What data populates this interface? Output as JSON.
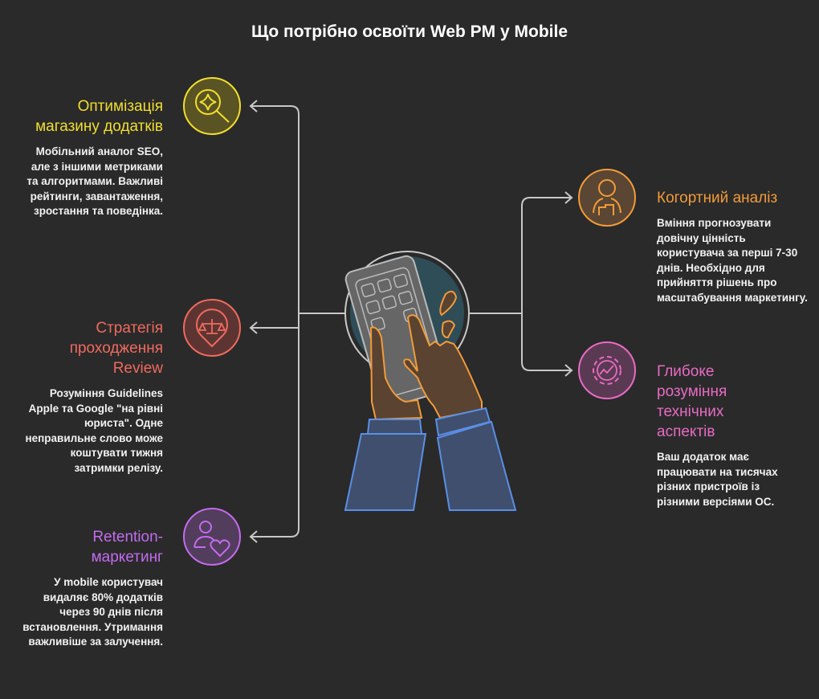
{
  "title": "Що потрібно освоїти Web PM у Mobile",
  "colors": {
    "background": "#2a2a2a",
    "connector": "#c8c8c8",
    "yellow": "#f1de2e",
    "red": "#f06a5e",
    "purple": "#c46bef",
    "orange": "#f29b3a",
    "pink": "#e86bc4"
  },
  "items": [
    {
      "title": "Оптимізація магазину додатків",
      "description": "Мобільний аналог SEO, але з іншими метриками та алгоритмами. Важливі рейтинги, завантаження, зростання та поведінка.",
      "icon": "magnifier-sparkle-icon",
      "color": "#f1de2e"
    },
    {
      "title": "Стратегія проходження Review",
      "description": "Розуміння Guidelines Apple та Google \"на рівні юриста\". Одне неправильне слово може коштувати тижня затримки релізу.",
      "icon": "scales-pin-icon",
      "color": "#f06a5e"
    },
    {
      "title": "Retention-маркетинг",
      "description": "У mobile користувач видаляє 80% додатків через 90 днів після встановлення. Утримання важливіше за залучення.",
      "icon": "user-heart-icon",
      "color": "#c46bef"
    },
    {
      "title": "Когортний аналіз",
      "description": "Вміння прогнозувати довічну цінність користувача за перші 7-30 днів. Необхідно для прийняття рішень про масштабування маркетингу.",
      "icon": "user-chart-icon",
      "color": "#f29b3a"
    },
    {
      "title": "Глибоке розуміння технічних аспектів",
      "description": "Ваш додаток має працювати на тисячах різних пристроїв із різними версіями ОС.",
      "icon": "gear-chart-icon",
      "color": "#e86bc4"
    }
  ]
}
